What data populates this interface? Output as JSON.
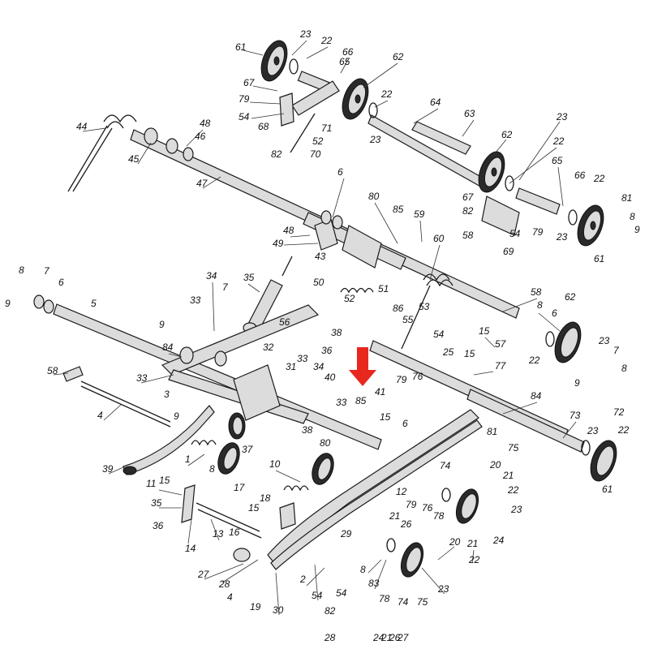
{
  "diagram": {
    "accent_color": "#e8271e",
    "label_color": "#111111",
    "highlight_label": "7",
    "highlight_color": "#8a8a20",
    "callouts": [
      "61",
      "23",
      "22",
      "66",
      "65",
      "62",
      "67",
      "79",
      "54",
      "68",
      "71",
      "52",
      "70",
      "82",
      "22",
      "23",
      "64",
      "63",
      "44",
      "48",
      "45",
      "46",
      "47",
      "62",
      "23",
      "22",
      "65",
      "67",
      "82",
      "58",
      "69",
      "54",
      "79",
      "66",
      "22",
      "61",
      "8",
      "9",
      "81",
      "23",
      "6",
      "80",
      "85",
      "59",
      "48",
      "49",
      "60",
      "8",
      "7",
      "6",
      "9",
      "5",
      "34",
      "7",
      "33",
      "35",
      "43",
      "50",
      "51",
      "52",
      "86",
      "53",
      "55",
      "54",
      "56",
      "15",
      "57",
      "58",
      "8",
      "9",
      "6",
      "62",
      "22",
      "23",
      "7",
      "8",
      "9",
      "38",
      "84",
      "32",
      "33",
      "33",
      "31",
      "58",
      "4",
      "3",
      "36",
      "34",
      "40",
      "33",
      "85",
      "41",
      "79",
      "76",
      "77",
      "15",
      "25",
      "84",
      "73",
      "72",
      "23",
      "22",
      "61",
      "81",
      "75",
      "74",
      "9",
      "39",
      "1",
      "10",
      "37",
      "38",
      "80",
      "15",
      "6",
      "8",
      "17",
      "18",
      "11",
      "15",
      "35",
      "36",
      "14",
      "13",
      "16",
      "15",
      "12",
      "79",
      "76",
      "78",
      "20",
      "21",
      "22",
      "23",
      "24",
      "21",
      "26",
      "27",
      "28",
      "4",
      "19",
      "30",
      "2",
      "54",
      "82",
      "54",
      "29",
      "8",
      "83",
      "78",
      "74",
      "75",
      "20",
      "21",
      "22",
      "23",
      "24",
      "21",
      "26",
      "27",
      "28"
    ]
  }
}
